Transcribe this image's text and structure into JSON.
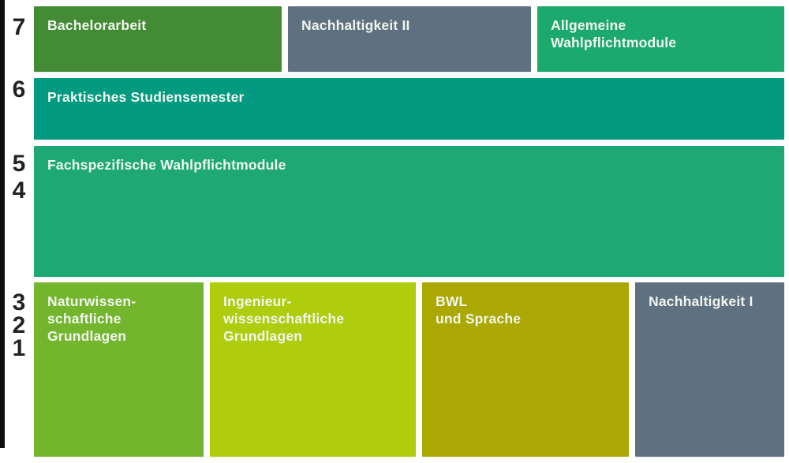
{
  "diagram": {
    "description": "Study programme structure by semester",
    "semester_numbers": [
      "7",
      "6",
      "5",
      "4",
      "3",
      "2",
      "1"
    ],
    "blocks": {
      "bachelorarbeit": {
        "label": "Bachelorarbeit",
        "color": "#448B36"
      },
      "nachhaltigkeit_2": {
        "label": "Nachhaltigkeit II",
        "color": "#5F7080"
      },
      "allgemeine_wahlpflichtmodule": {
        "label": "Allgemeine\nWahlpflichtmodule",
        "color": "#1CA96E"
      },
      "praktisches_studiensemester": {
        "label": "Praktisches Studiensemester",
        "color": "#029A80"
      },
      "fachspezifische_wahlpflichtmodule": {
        "label": "Fachspezifische Wahlpflichtmodule",
        "color": "#1EA873"
      },
      "naturwissenschaftliche_grundlagen": {
        "label": "Naturwissen-\nschaftliche\nGrundlagen",
        "color": "#73B52D"
      },
      "ingenieurwissenschaftliche_grundlagen": {
        "label": "Ingenieur-\nwissenschaftliche\nGrundlagen",
        "color": "#AFCC0D"
      },
      "bwl_und_sprache": {
        "label": "BWL\nund Sprache",
        "color": "#ABA803"
      },
      "nachhaltigkeit_1": {
        "label": "Nachhaltigkeit I",
        "color": "#5F7080"
      }
    },
    "text_color": "#F1F6F0",
    "semester_number_color": "#222222",
    "border_color": "#0E0E0E"
  }
}
